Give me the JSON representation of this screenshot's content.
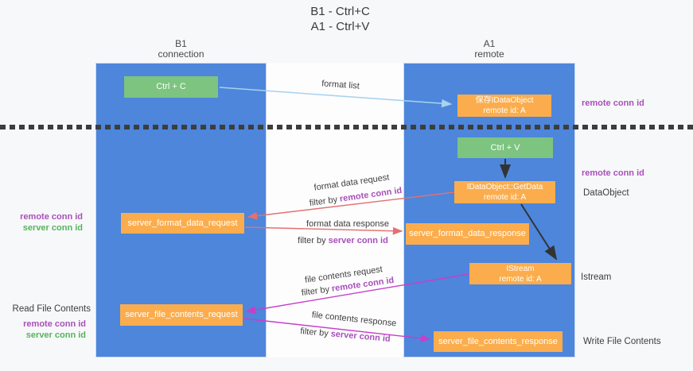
{
  "title": {
    "line1": "B1 - Ctrl+C",
    "line2": "A1 - Ctrl+V"
  },
  "lanes": {
    "left": {
      "name": "B1",
      "role": "connection"
    },
    "right": {
      "name": "A1",
      "role": "remote"
    }
  },
  "nodes": {
    "ctrl_c": {
      "label": "Ctrl + C"
    },
    "saved_idataobject": {
      "line1": "保存IDataObject",
      "line2": "remote id: A"
    },
    "ctrl_v": {
      "label": "Ctrl + V"
    },
    "getdata": {
      "line1": "IDataObject::GetData",
      "line2": "remote id: A"
    },
    "format_request": {
      "label": "server_format_data_request"
    },
    "format_response": {
      "label": "server_format_data_response"
    },
    "istream": {
      "line1": "IStream",
      "line2": "remote id: A"
    },
    "file_request": {
      "label": "server_file_contents_request"
    },
    "file_response": {
      "label": "server_file_contents_response"
    }
  },
  "flow_labels": {
    "format_list": "format list",
    "format_data_request": "format data request",
    "format_data_response": "format data response",
    "file_contents_request": "file contents request",
    "file_contents_response": "file contents response",
    "filter_by": "filter by",
    "remote_conn_id": "remote conn id",
    "server_conn_id": "server conn id"
  },
  "side_labels": {
    "remote_conn_id_top_right": "remote conn id",
    "remote_conn_id_mid_right": "remote conn id",
    "dataobject": "DataObject",
    "istream": "Istream",
    "write_file_contents": "Write File Contents",
    "remote_conn_id_left_1": "remote conn id",
    "server_conn_id_left_1": "server conn id",
    "read_file_contents": "Read File Contents",
    "remote_conn_id_left_2": "remote conn id",
    "server_conn_id_left_2": "server conn id"
  },
  "colors": {
    "lane_blue": "#4d86db",
    "node_orange": "#fbad4d",
    "node_green": "#7cc47f",
    "purple_label": "#a94fba",
    "green_label": "#56b45c",
    "arrow_red": "#e57070",
    "arrow_magenta": "#c93ec9",
    "arrow_lightblue": "#a8d2ee",
    "arrow_black": "#333333"
  }
}
